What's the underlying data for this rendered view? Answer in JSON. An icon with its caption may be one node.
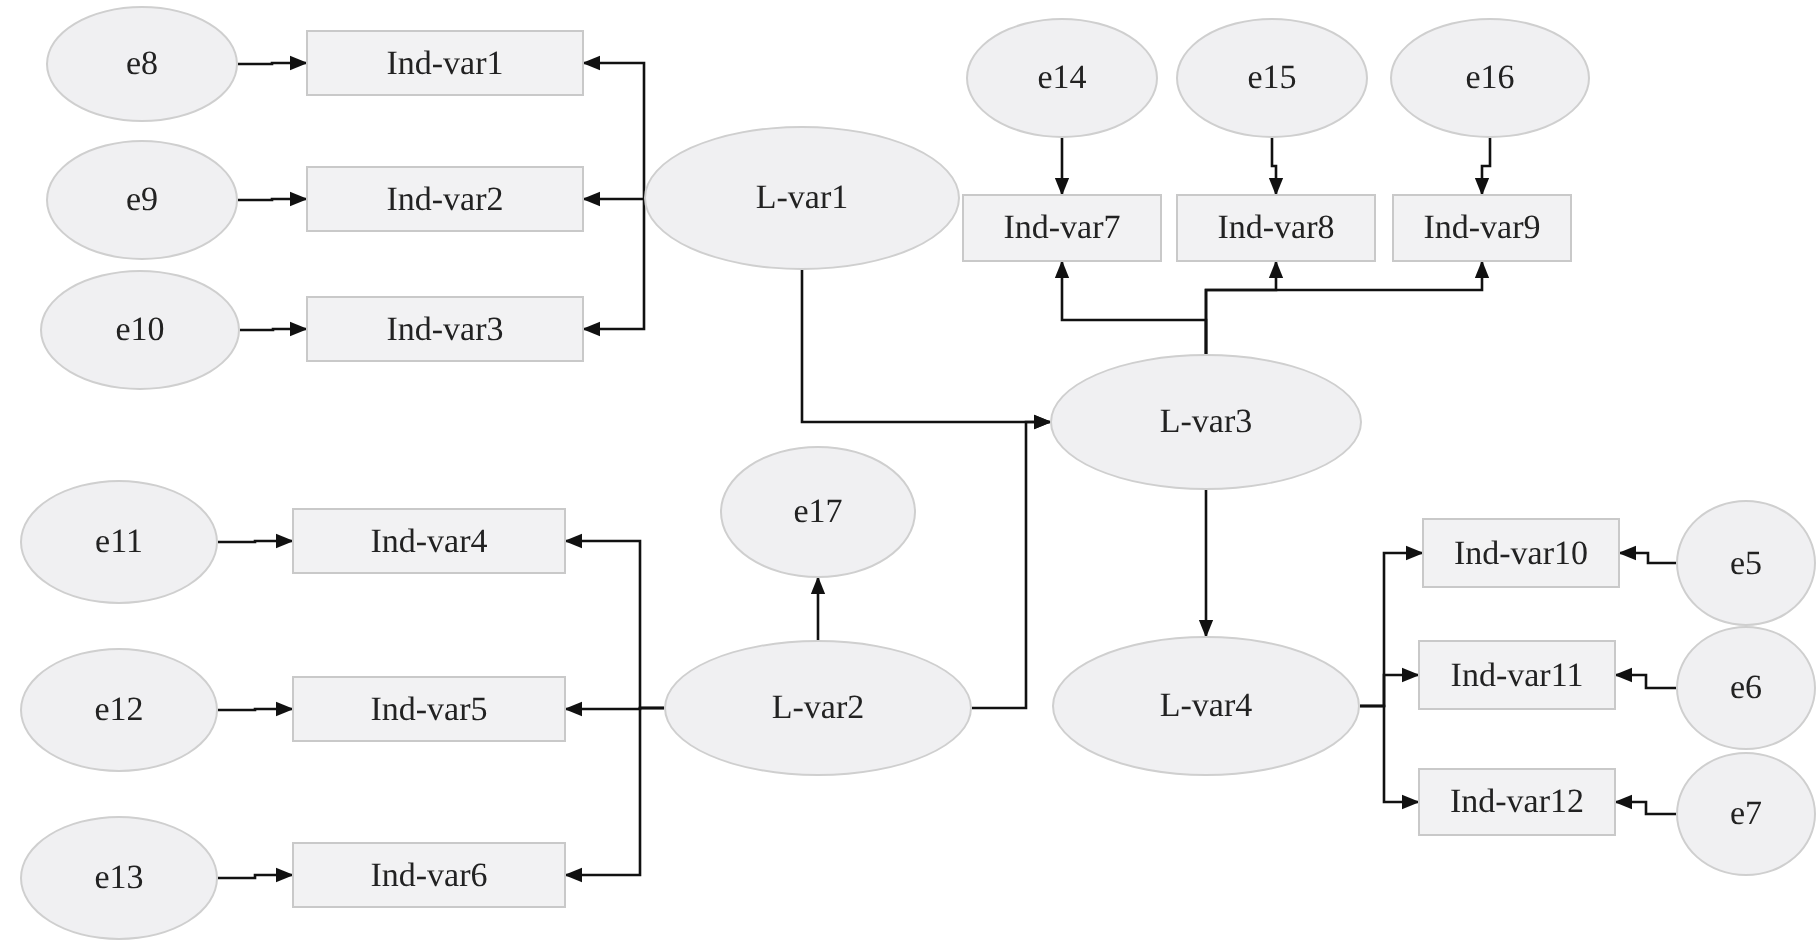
{
  "diagram": {
    "nodes": [
      {
        "text": [
          "e8"
        ]
      },
      {
        "text": [
          "Ind-var1"
        ]
      },
      {
        "text": [
          "e9"
        ]
      },
      {
        "text": [
          "Ind-var2"
        ]
      },
      {
        "text": [
          "e10"
        ]
      },
      {
        "text": [
          "Ind-var3"
        ]
      },
      {
        "text": [
          "L-var1"
        ]
      },
      {
        "text": [
          "e14"
        ]
      },
      {
        "text": [
          "e15"
        ]
      },
      {
        "text": [
          "e16"
        ]
      },
      {
        "text": [
          "Ind-var7"
        ]
      },
      {
        "text": [
          "Ind-var8"
        ]
      },
      {
        "text": [
          "Ind-var9"
        ]
      },
      {
        "text": [
          "L-var3"
        ]
      },
      {
        "text": [
          "e11"
        ]
      },
      {
        "text": [
          "Ind-var4"
        ]
      },
      {
        "text": [
          "e17"
        ]
      },
      {
        "text": [
          "e12"
        ]
      },
      {
        "text": [
          "Ind-var5"
        ]
      },
      {
        "text": [
          "L-var2"
        ]
      },
      {
        "text": [
          "L-var4"
        ]
      },
      {
        "text": [
          "Ind-var10"
        ]
      },
      {
        "text": [
          "e5"
        ]
      },
      {
        "text": [
          "Ind-var11"
        ]
      },
      {
        "text": [
          "e6"
        ]
      },
      {
        "text": [
          "e13"
        ]
      },
      {
        "text": [
          "Ind-var6"
        ]
      },
      {
        "text": [
          "Ind-var12"
        ]
      },
      {
        "text": [
          "e7"
        ]
      }
    ],
    "edges": [
      {
        "from": 0,
        "to": 1,
        "arrow": "to"
      },
      {
        "from": 2,
        "to": 3,
        "arrow": "to"
      },
      {
        "from": 4,
        "to": 5,
        "arrow": "to"
      },
      {
        "from": 6,
        "to": 1,
        "arrow": "to"
      },
      {
        "from": 6,
        "to": 3,
        "arrow": "to"
      },
      {
        "from": 6,
        "to": 5,
        "arrow": "to"
      },
      {
        "from": 7,
        "to": 10,
        "arrow": "to"
      },
      {
        "from": 8,
        "to": 11,
        "arrow": "to"
      },
      {
        "from": 9,
        "to": 12,
        "arrow": "to"
      },
      {
        "from": 13,
        "to": 10,
        "arrow": "to"
      },
      {
        "from": 13,
        "to": 11,
        "arrow": "to"
      },
      {
        "from": 13,
        "to": 12,
        "arrow": "to"
      },
      {
        "from": 6,
        "to": 13,
        "arrow": "to"
      },
      {
        "from": 19,
        "to": 13,
        "arrow": "to"
      },
      {
        "from": 19,
        "to": 16,
        "arrow": "to"
      },
      {
        "from": 19,
        "to": 15,
        "arrow": "to"
      },
      {
        "from": 19,
        "to": 18,
        "arrow": "to"
      },
      {
        "from": 19,
        "to": 26,
        "arrow": "to"
      },
      {
        "from": 14,
        "to": 15,
        "arrow": "to"
      },
      {
        "from": 17,
        "to": 18,
        "arrow": "to"
      },
      {
        "from": 25,
        "to": 26,
        "arrow": "to"
      },
      {
        "from": 13,
        "to": 20,
        "arrow": "to"
      },
      {
        "from": 20,
        "to": 21,
        "arrow": "to"
      },
      {
        "from": 20,
        "to": 23,
        "arrow": "to"
      },
      {
        "from": 20,
        "to": 27,
        "arrow": "to"
      },
      {
        "from": 22,
        "to": 21,
        "arrow": "to"
      },
      {
        "from": 24,
        "to": 23,
        "arrow": "to"
      },
      {
        "from": 28,
        "to": 27,
        "arrow": "to"
      }
    ]
  }
}
